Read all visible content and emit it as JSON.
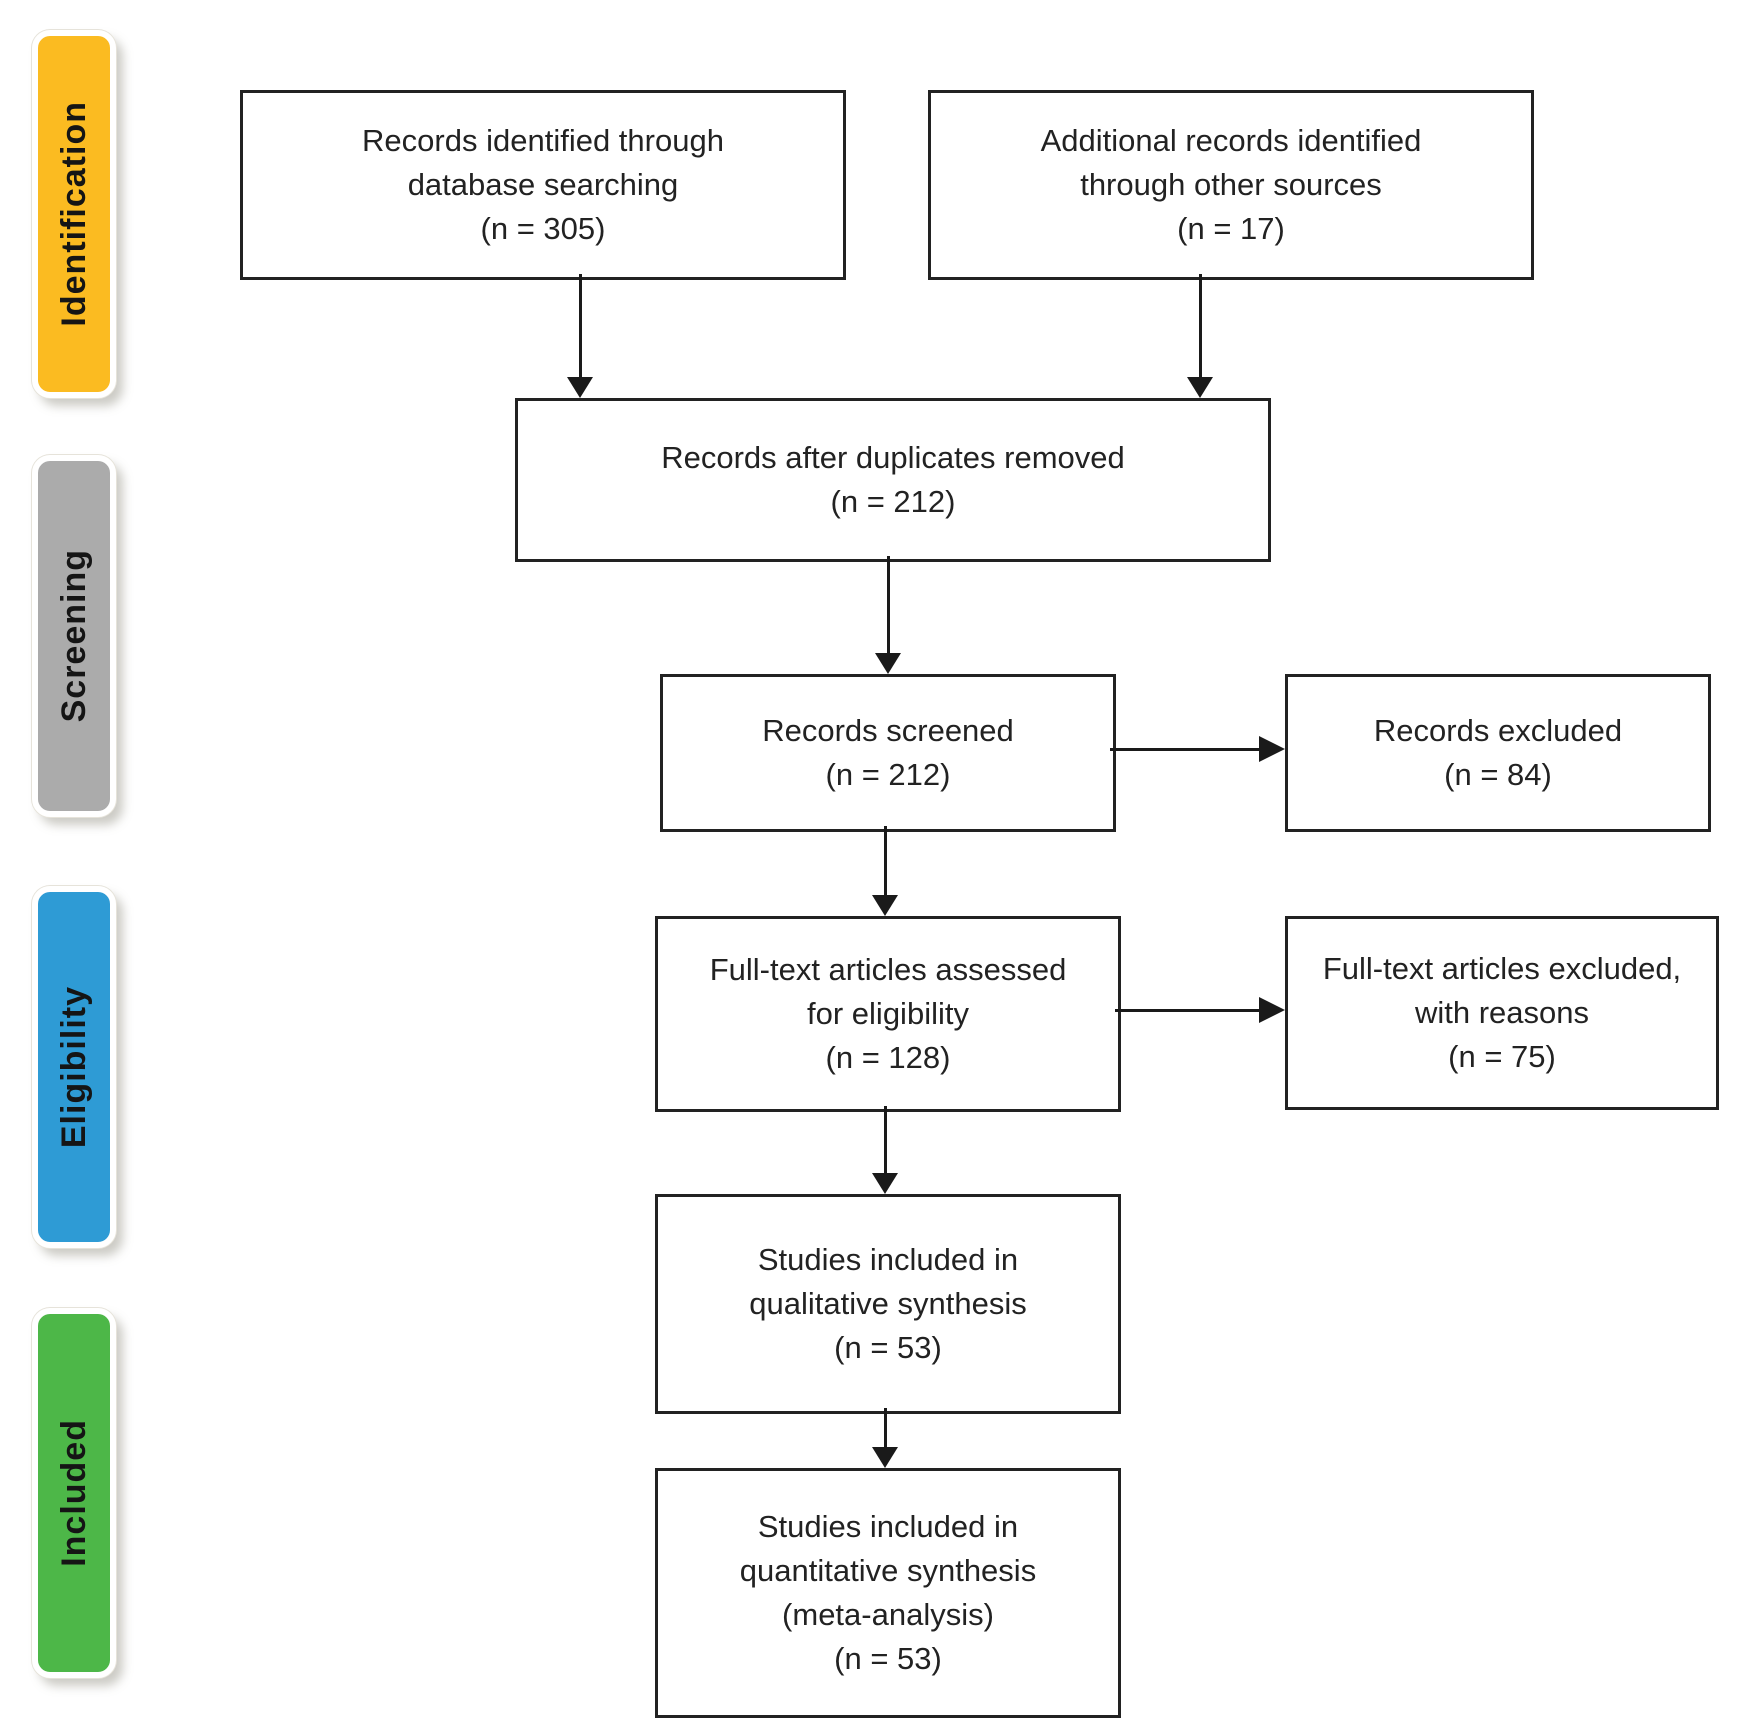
{
  "stages": [
    {
      "id": "identification",
      "label": "Identification",
      "color": "#FBBB21"
    },
    {
      "id": "screening",
      "label": "Screening",
      "color": "#ABABAB"
    },
    {
      "id": "eligibility",
      "label": "Eligibility",
      "color": "#2E9BD5"
    },
    {
      "id": "included",
      "label": "Included",
      "color": "#4DB748"
    }
  ],
  "boxes": {
    "records_identified": {
      "text": "Records identified through\ndatabase searching\n(n = 305)",
      "n": 305
    },
    "additional_records": {
      "text": "Additional records identified\nthrough other sources\n(n = 17)",
      "n": 17
    },
    "after_duplicates": {
      "text": "Records after duplicates removed\n(n = 212)",
      "n": 212
    },
    "records_screened": {
      "text": "Records screened\n(n = 212)",
      "n": 212
    },
    "records_excluded": {
      "text": "Records excluded\n(n = 84)",
      "n": 84
    },
    "fulltext_assessed": {
      "text": "Full-text articles assessed\nfor eligibility\n(n = 128)",
      "n": 128
    },
    "fulltext_excluded": {
      "text": "Full-text articles excluded,\nwith reasons\n(n = 75)",
      "n": 75
    },
    "qualitative_synthesis": {
      "text": "Studies included in\nqualitative synthesis\n(n = 53)",
      "n": 53
    },
    "quantitative_synthesis": {
      "text": "Studies included in\nquantitative synthesis\n(meta-analysis)\n(n = 53)",
      "n": 53
    }
  }
}
